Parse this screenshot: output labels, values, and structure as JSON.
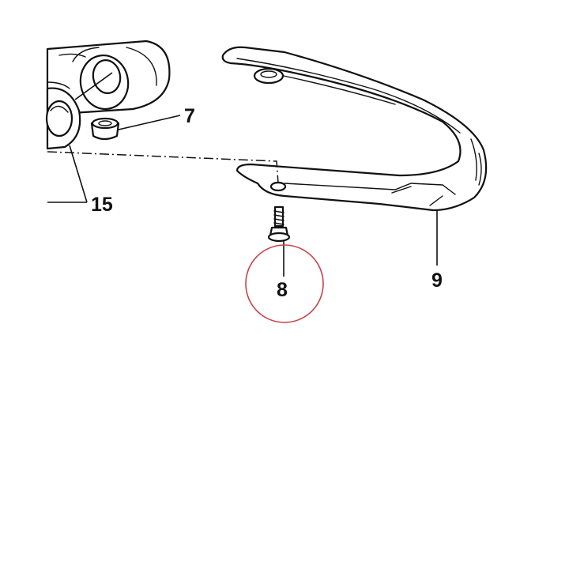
{
  "callouts": {
    "part_7": "7",
    "part_8": "8",
    "part_9": "9",
    "part_15": "15"
  },
  "highlight": {
    "target": "8",
    "color": "#c8424a"
  },
  "colors": {
    "line": "#111111",
    "background": "#ffffff"
  }
}
